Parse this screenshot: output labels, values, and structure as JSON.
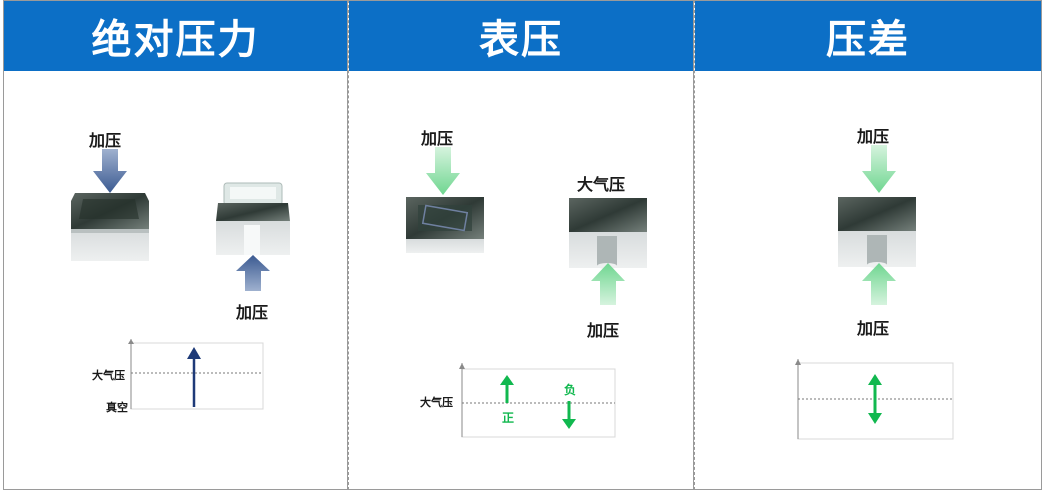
{
  "panels": [
    {
      "title": "绝对压力",
      "press_top": "加压",
      "press_bottom": "加压",
      "graph": {
        "atm": "大气压",
        "vacuum": "真空"
      }
    },
    {
      "title": "表压",
      "press_top": "加压",
      "atm_top": "大气压",
      "press_bottom": "加压",
      "graph": {
        "atm": "大气压",
        "positive": "正",
        "negative": "负"
      }
    },
    {
      "title": "压差",
      "press_top": "加压",
      "press_bottom": "加压",
      "graph": {}
    }
  ],
  "colors": {
    "header": "#0c6fc6",
    "blue_arrow": "#3f5e93",
    "green_arrow": "#11b84f",
    "dark_arrow": "#1e3a78"
  }
}
